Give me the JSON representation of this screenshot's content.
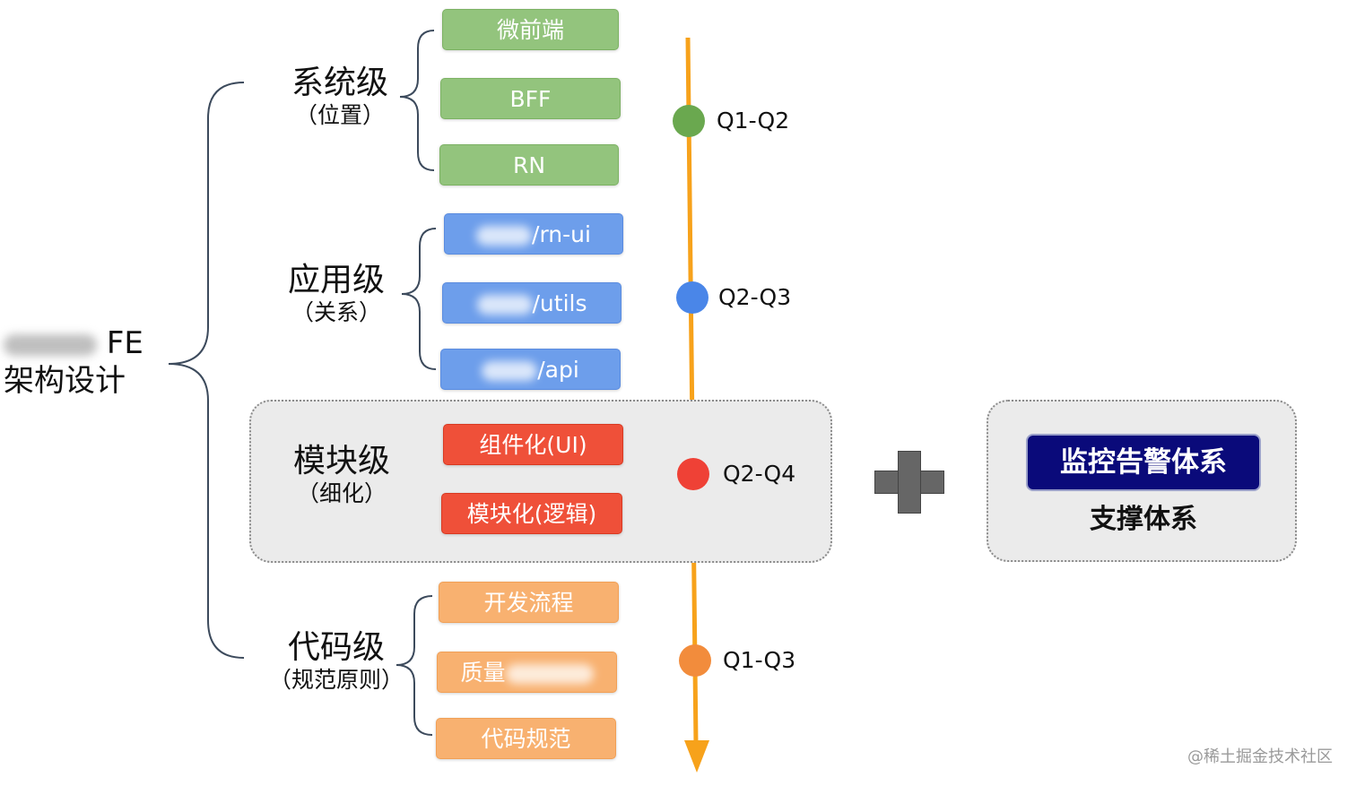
{
  "root": {
    "title_suffix": "FE",
    "title_line2": "架构设计"
  },
  "levels": [
    {
      "name": "系统级",
      "sub": "（位置）"
    },
    {
      "name": "应用级",
      "sub": "（关系）"
    },
    {
      "name": "模块级",
      "sub": "（细化）"
    },
    {
      "name": "代码级",
      "sub": "（规范原则）"
    }
  ],
  "items": {
    "system": [
      "微前端",
      "BFF",
      "RN"
    ],
    "application": [
      "/rn-ui",
      "/utils",
      "/api"
    ],
    "module": [
      "组件化(UI)",
      "模块化(逻辑)"
    ],
    "code": [
      "开发流程",
      "质量",
      "代码规范"
    ]
  },
  "timeline": {
    "milestones": [
      {
        "label": "Q1-Q2",
        "color": "#6aa84f"
      },
      {
        "label": "Q2-Q3",
        "color": "#4a86e8"
      },
      {
        "label": "Q2-Q4",
        "color": "#ef4136"
      },
      {
        "label": "Q1-Q3",
        "color": "#f28c3c"
      }
    ],
    "line_color": "#f7a21b"
  },
  "support": {
    "alert_system": "监控告警体系",
    "label": "支撑体系"
  },
  "icons": {
    "plus": "plus-icon"
  },
  "watermark": "@稀土掘金技术社区"
}
